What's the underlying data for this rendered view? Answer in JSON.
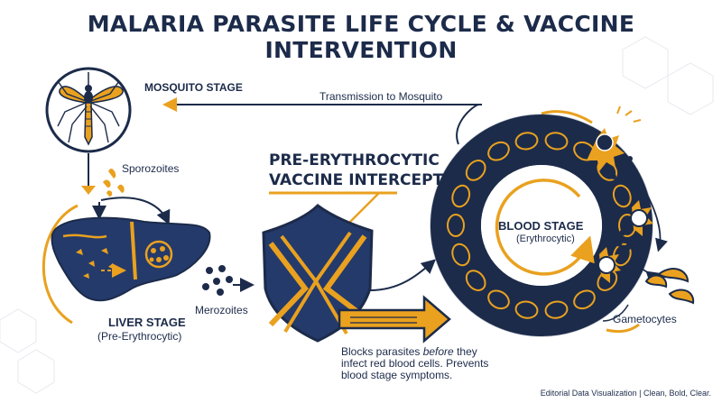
{
  "title": "MALARIA PARASITE LIFE CYCLE & VACCINE INTERVENTION",
  "mosquito": {
    "label": "MOSQUITO STAGE"
  },
  "transmission": {
    "label": "Transmission to Mosquito"
  },
  "sporozoites": {
    "label": "Sporozoites"
  },
  "vaccine": {
    "line1": "PRE-ERYTHROCYTIC",
    "line2": "VACCINE INTERCEPTS"
  },
  "liver": {
    "label": "LIVER STAGE",
    "sublabel": "(Pre-Erythrocytic)"
  },
  "merozoites": {
    "label": "Merozoites"
  },
  "blocks": {
    "line1": "Blocks parasites ",
    "emph": "before",
    "line1b": " they",
    "line2": "infect red blood cells. Prevents",
    "line3": "blood stage symptoms."
  },
  "blood": {
    "label": "BLOOD STAGE",
    "sublabel": "(Erythrocytic)"
  },
  "gametocytes": {
    "label": "Gametocytes"
  },
  "footer": "Editorial Data Visualization | Clean, Bold, Clear.",
  "colors": {
    "navy": "#1c2b4a",
    "gold": "#e9a11f",
    "white": "#ffffff"
  }
}
